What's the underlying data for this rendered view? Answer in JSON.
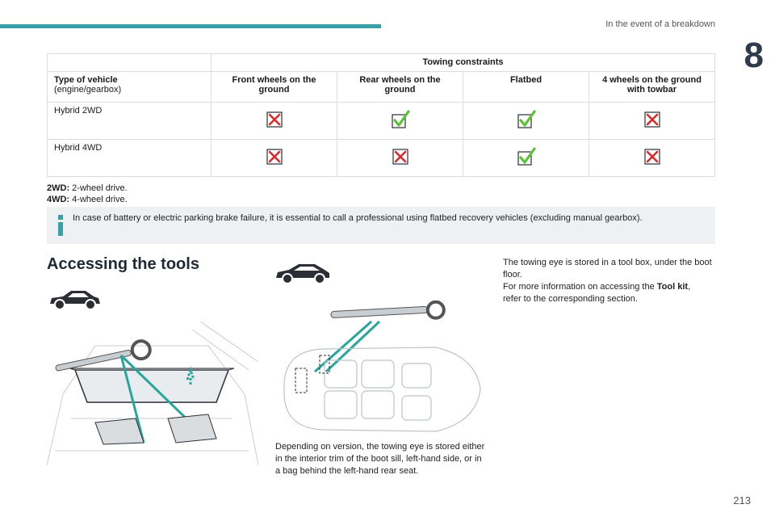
{
  "header": {
    "section_title": "In the event of a breakdown",
    "chapter_number": "8",
    "accent_color": "#3aa0a8"
  },
  "towing_table": {
    "group_header": "Towing constraints",
    "type_header_bold": "Type of vehicle",
    "type_header_sub": "(engine/gearbox)",
    "columns": [
      "Front wheels on the ground",
      "Rear wheels on the ground",
      "Flatbed",
      "4 wheels on the ground with towbar"
    ],
    "rows": [
      {
        "label": "Hybrid 2WD",
        "marks": [
          "cross",
          "check",
          "check",
          "cross"
        ]
      },
      {
        "label": "Hybrid 4WD",
        "marks": [
          "cross",
          "cross",
          "check",
          "cross"
        ]
      }
    ],
    "colors": {
      "check": "#5cc233",
      "cross": "#d92b2b"
    }
  },
  "legend": {
    "line1_key": "2WD:",
    "line1_text": " 2-wheel drive.",
    "line2_key": "4WD:",
    "line2_text": " 4-wheel drive."
  },
  "note": {
    "icon": "info-icon",
    "text": "In case of battery or electric parking brake failure, it is essential to call a professional using flatbed recovery vehicles (excluding manual gearbox)."
  },
  "accessing": {
    "heading": "Accessing the tools",
    "mid_text": "Depending on version, the towing eye is stored either in the interior trim of the boot sill, left-hand side, or in a bag behind the left-hand rear seat.",
    "right_text_1": "The towing eye is stored in a tool box, under the boot floor.",
    "right_text_2_pre": "For more information on accessing the ",
    "right_text_2_bold": "Tool kit",
    "right_text_2_post": ",",
    "right_text_3": "refer to the corresponding section."
  },
  "footer": {
    "page_number": "213"
  }
}
